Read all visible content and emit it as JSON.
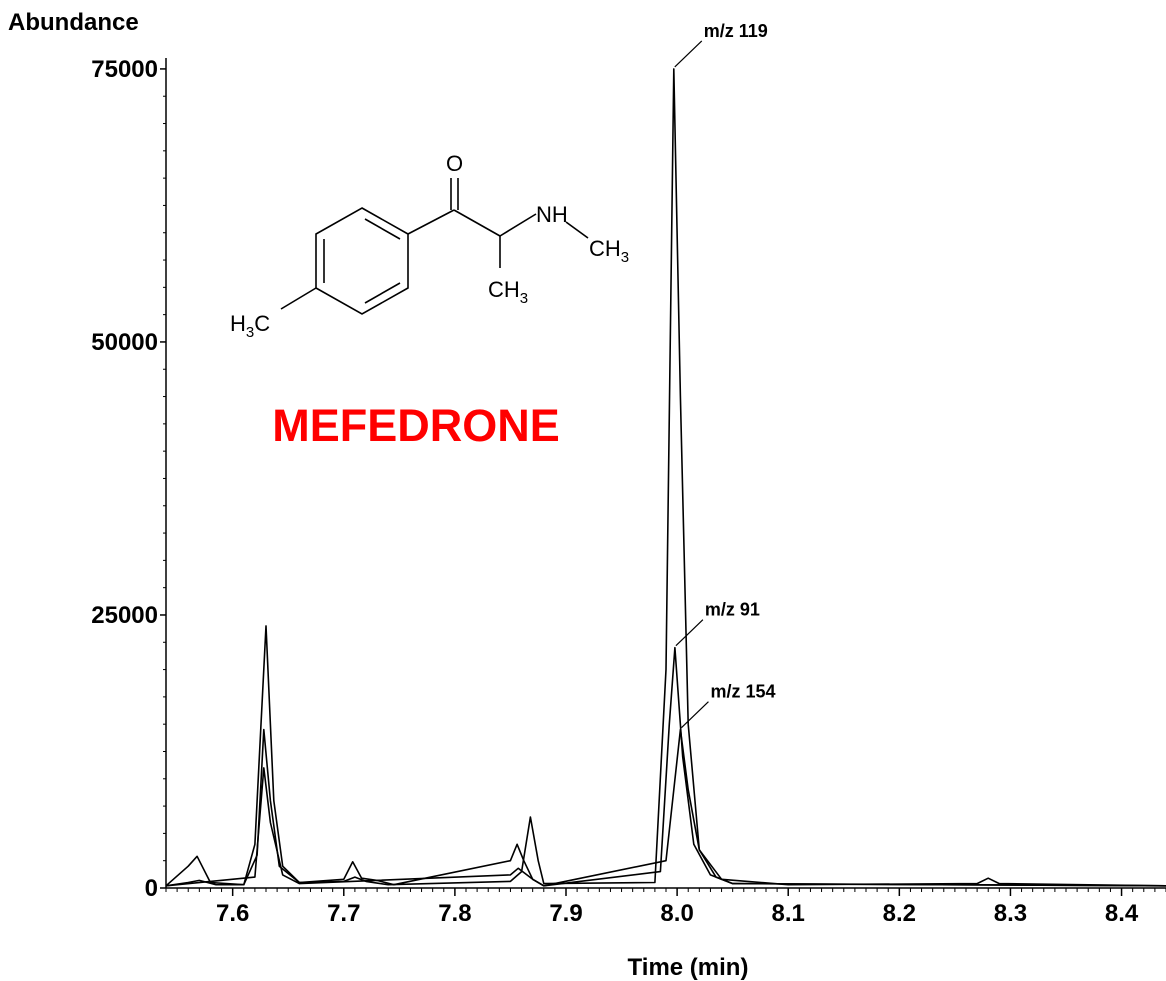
{
  "chart_data": {
    "type": "line",
    "ylabel": "Abundance",
    "xlabel": "Time (min)",
    "compound_name": "MEFEDRONE",
    "xlim": [
      7.54,
      8.44
    ],
    "ylim": [
      0,
      76000
    ],
    "xticks": [
      7.6,
      7.7,
      7.8,
      7.9,
      8.0,
      8.1,
      8.2,
      8.3,
      8.4
    ],
    "xtick_labels": [
      "7.6",
      "7.7",
      "7.8",
      "7.9",
      "8.0",
      "8.1",
      "8.2",
      "8.3",
      "8.4"
    ],
    "yticks": [
      0,
      25000,
      50000,
      75000
    ],
    "ytick_labels": [
      "0",
      "25000",
      "50000",
      "75000"
    ],
    "grid": false,
    "series": [
      {
        "name": "m/z 119",
        "points": [
          [
            7.54,
            200
          ],
          [
            7.56,
            500
          ],
          [
            7.57,
            700
          ],
          [
            7.585,
            300
          ],
          [
            7.61,
            300
          ],
          [
            7.62,
            4000
          ],
          [
            7.63,
            24000
          ],
          [
            7.637,
            8000
          ],
          [
            7.645,
            2000
          ],
          [
            7.66,
            500
          ],
          [
            7.7,
            600
          ],
          [
            7.71,
            1000
          ],
          [
            7.72,
            600
          ],
          [
            7.74,
            300
          ],
          [
            7.85,
            600
          ],
          [
            7.86,
            1500
          ],
          [
            7.868,
            6500
          ],
          [
            7.875,
            2500
          ],
          [
            7.88,
            400
          ],
          [
            7.98,
            500
          ],
          [
            7.99,
            20000
          ],
          [
            7.997,
            75000
          ],
          [
            8.003,
            45000
          ],
          [
            8.01,
            15000
          ],
          [
            8.02,
            3500
          ],
          [
            8.04,
            800
          ],
          [
            8.1,
            300
          ],
          [
            8.27,
            400
          ],
          [
            8.28,
            900
          ],
          [
            8.29,
            400
          ],
          [
            8.44,
            200
          ]
        ]
      },
      {
        "name": "m/z 91",
        "points": [
          [
            7.54,
            200
          ],
          [
            7.56,
            2000
          ],
          [
            7.568,
            2900
          ],
          [
            7.58,
            500
          ],
          [
            7.61,
            300
          ],
          [
            7.622,
            3000
          ],
          [
            7.628,
            14500
          ],
          [
            7.634,
            8000
          ],
          [
            7.642,
            2000
          ],
          [
            7.66,
            500
          ],
          [
            7.7,
            800
          ],
          [
            7.708,
            2400
          ],
          [
            7.716,
            900
          ],
          [
            7.73,
            700
          ],
          [
            7.745,
            300
          ],
          [
            7.85,
            2500
          ],
          [
            7.856,
            4000
          ],
          [
            7.862,
            2500
          ],
          [
            7.87,
            800
          ],
          [
            7.88,
            200
          ],
          [
            7.985,
            1500
          ],
          [
            7.993,
            15000
          ],
          [
            7.998,
            22000
          ],
          [
            8.005,
            12000
          ],
          [
            8.015,
            4000
          ],
          [
            8.03,
            1200
          ],
          [
            8.05,
            400
          ],
          [
            8.44,
            200
          ]
        ]
      },
      {
        "name": "m/z 154",
        "points": [
          [
            7.54,
            200
          ],
          [
            7.62,
            1000
          ],
          [
            7.628,
            11000
          ],
          [
            7.634,
            6000
          ],
          [
            7.645,
            1200
          ],
          [
            7.66,
            400
          ],
          [
            7.85,
            1200
          ],
          [
            7.857,
            1800
          ],
          [
            7.87,
            800
          ],
          [
            7.88,
            200
          ],
          [
            7.99,
            2500
          ],
          [
            7.997,
            9000
          ],
          [
            8.003,
            14500
          ],
          [
            8.01,
            9000
          ],
          [
            8.02,
            3500
          ],
          [
            8.035,
            1000
          ],
          [
            8.05,
            400
          ],
          [
            8.44,
            200
          ]
        ]
      }
    ],
    "annotations": [
      {
        "text": "m/z 119",
        "at": [
          7.997,
          75000
        ]
      },
      {
        "text": "m/z 91",
        "at": [
          7.998,
          22000
        ]
      },
      {
        "text": "m/z 154",
        "at": [
          8.003,
          14500
        ]
      }
    ],
    "structure": {
      "atoms": {
        "o": "O",
        "nh": "NH",
        "ch3_amine_c": "CH",
        "ch3_amine_sub": "3",
        "ch3_alpha_c": "CH",
        "ch3_alpha_sub": "3",
        "h3c_h": "H",
        "h3c_sub": "3",
        "h3c_c": "C"
      }
    }
  }
}
